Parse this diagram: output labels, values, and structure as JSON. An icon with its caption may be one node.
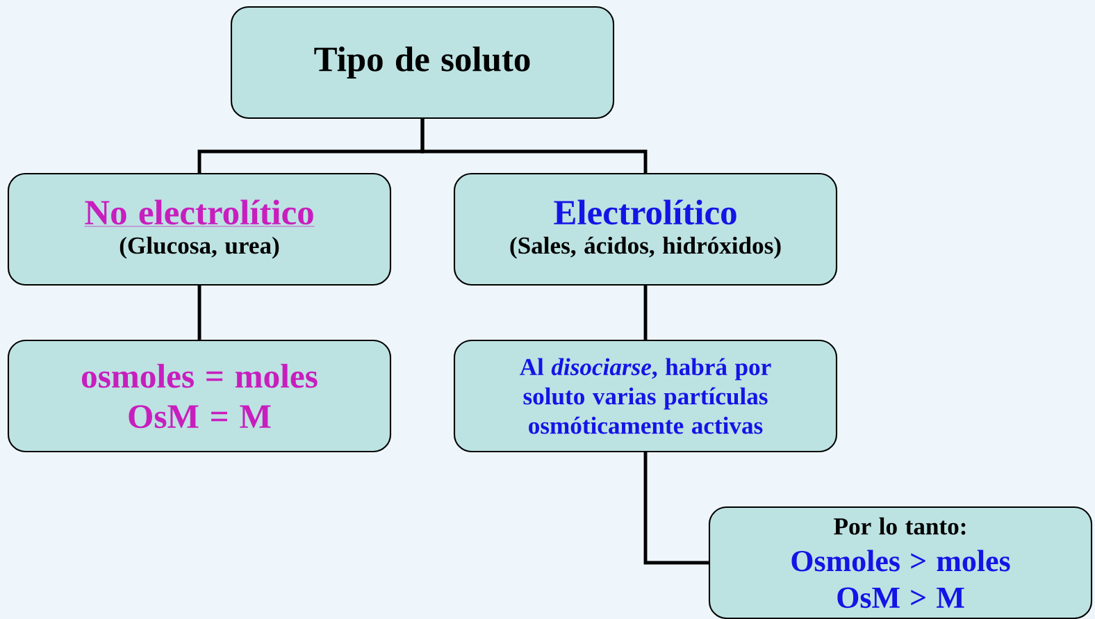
{
  "diagram": {
    "nodes": [
      {
        "text": [
          "Tipo de soluto"
        ]
      },
      {
        "text": [
          "No electrolítico",
          "(Glucosa, urea)"
        ]
      },
      {
        "text": [
          "Electrolítico",
          "(Sales, ácidos, hidróxidos)"
        ]
      },
      {
        "text": [
          "osmoles = moles",
          "OsM = M"
        ]
      },
      {
        "text": [
          "Al *disociarse*, habrá por soluto varias partículas osmóticamente activas"
        ]
      },
      {
        "text": [
          "Por lo tanto:",
          "Osmoles > moles",
          "OsM > M"
        ]
      }
    ],
    "edges": [
      {
        "from": 0,
        "to": 1,
        "arrow": "none"
      },
      {
        "from": 0,
        "to": 2,
        "arrow": "none"
      },
      {
        "from": 1,
        "to": 3,
        "arrow": "none"
      },
      {
        "from": 2,
        "to": 4,
        "arrow": "none"
      },
      {
        "from": 4,
        "to": 5,
        "arrow": "none"
      }
    ]
  }
}
